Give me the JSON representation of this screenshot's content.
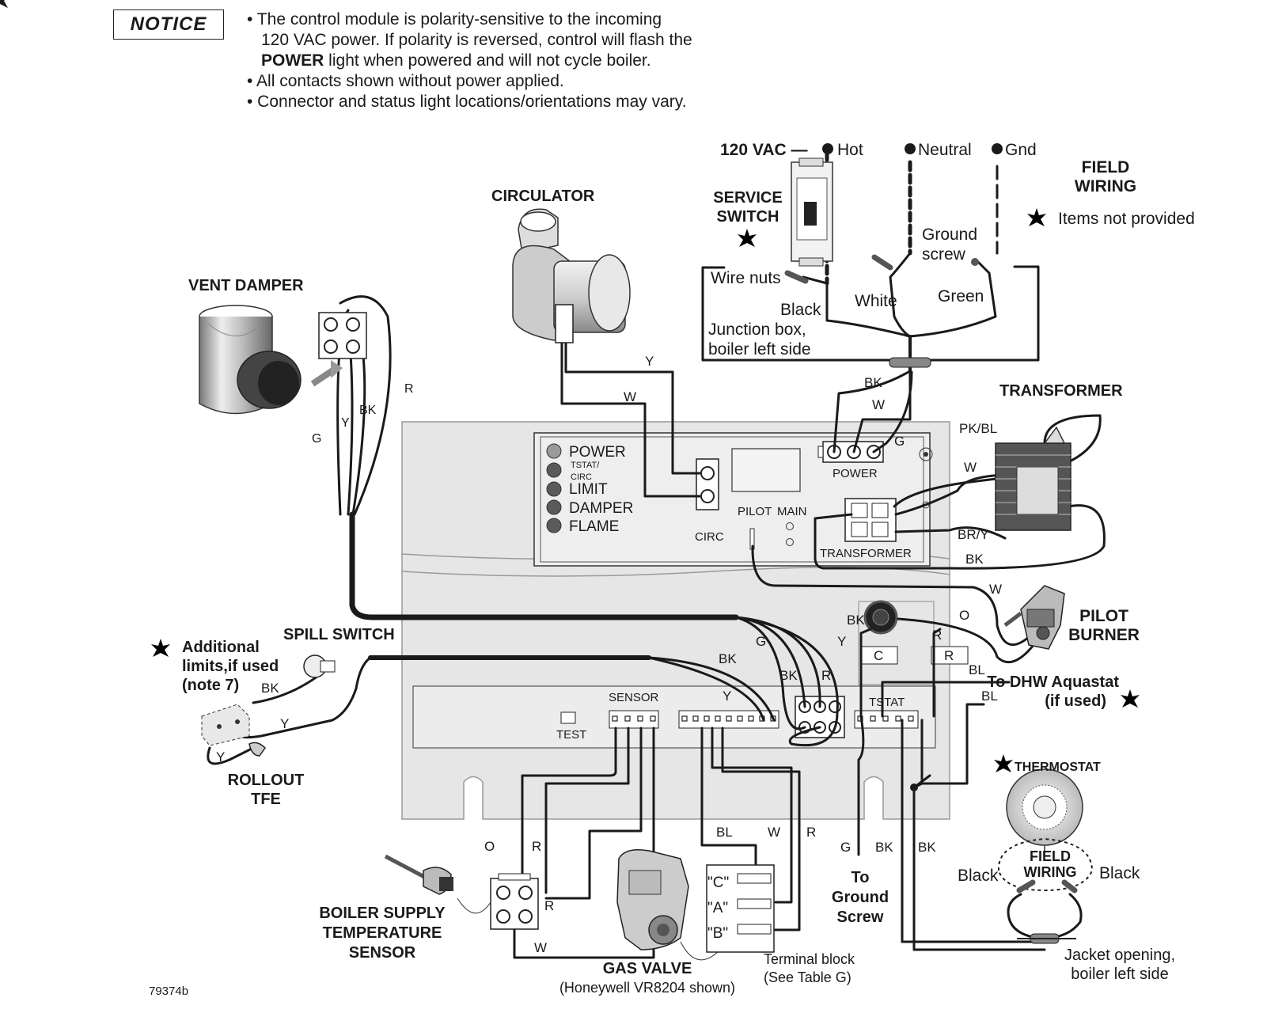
{
  "notice": {
    "label": "NOTICE",
    "bullet1_a": "• The control module is polarity-sensitive to the incoming",
    "bullet1_b": "120 VAC power. If polarity is reversed, control will flash the",
    "bullet1_c_bold": "POWER",
    "bullet1_c_rest": " light when powered and will not cycle boiler.",
    "bullet2": "• All contacts shown without power applied.",
    "bullet3": "• Connector and status light locations/orientations may vary."
  },
  "power_supply": {
    "vac": "120 VAC —",
    "hot": "Hot",
    "neutral": "Neutral",
    "gnd": "Gnd",
    "service_switch_1": "SERVICE",
    "service_switch_2": "SWITCH",
    "wire_nuts": "Wire nuts",
    "ground_screw_1": "Ground",
    "ground_screw_2": "screw",
    "white": "White",
    "green": "Green",
    "black": "Black",
    "junction_1": "Junction box,",
    "junction_2": "boiler left side"
  },
  "field_wiring": {
    "title_1": "FIELD",
    "title_2": "WIRING",
    "items_not_provided": "Items not provided"
  },
  "components": {
    "circulator": "CIRCULATOR",
    "vent_damper": "VENT DAMPER",
    "transformer": "TRANSFORMER",
    "pilot_burner_1": "PILOT",
    "pilot_burner_2": "BURNER",
    "spill_switch": "SPILL SWITCH",
    "additional_1": "Additional",
    "additional_2": "limits,if used",
    "additional_3": "(note 7)",
    "rollout_1": "ROLLOUT",
    "rollout_2": "TFE",
    "sensor_1": "BOILER SUPPLY",
    "sensor_2": "TEMPERATURE",
    "sensor_3": "SENSOR",
    "gas_valve": "GAS VALVE",
    "gas_valve_note": "(Honeywell VR8204 shown)",
    "terminal_block_1": "Terminal block",
    "terminal_block_2": "(See Table G)",
    "to_ground_1": "To",
    "to_ground_2": "Ground",
    "to_ground_3": "Screw",
    "dhw_1": "To DHW Aquastat",
    "dhw_2": "(if used)",
    "thermostat": "THERMOSTAT",
    "tstat_field_1": "FIELD",
    "tstat_field_2": "WIRING",
    "jacket_1": "Jacket opening,",
    "jacket_2": "boiler left side",
    "figure_id": "79374b"
  },
  "control_module": {
    "lights": [
      "POWER",
      "TSTAT/",
      "CIRC",
      "LIMIT",
      "DAMPER",
      "FLAME"
    ],
    "light_colors": [
      "#9a9a9a",
      "#5a5a5a",
      "#5a5a5a",
      "#5a5a5a",
      "#5a5a5a"
    ],
    "circ": "CIRC",
    "pilot": "PILOT",
    "main": "MAIN",
    "power": "POWER",
    "transformer": "TRANSFORMER",
    "sensor": "SENSOR",
    "test": "TEST",
    "tstat": "TSTAT",
    "c": "C",
    "r": "R"
  },
  "wire_labels": {
    "y": "Y",
    "w": "W",
    "bk": "BK",
    "g": "G",
    "r": "R",
    "o": "O",
    "bl": "BL",
    "pk_bl": "PK/BL",
    "br_y": "BR/Y"
  },
  "terminal_letters": [
    "\"C\"",
    "\"A\"",
    "\"B\""
  ],
  "colors": {
    "ink": "#1a1a1a",
    "panel": "#e6e6e6",
    "panel_edge": "#9a9a9a"
  }
}
